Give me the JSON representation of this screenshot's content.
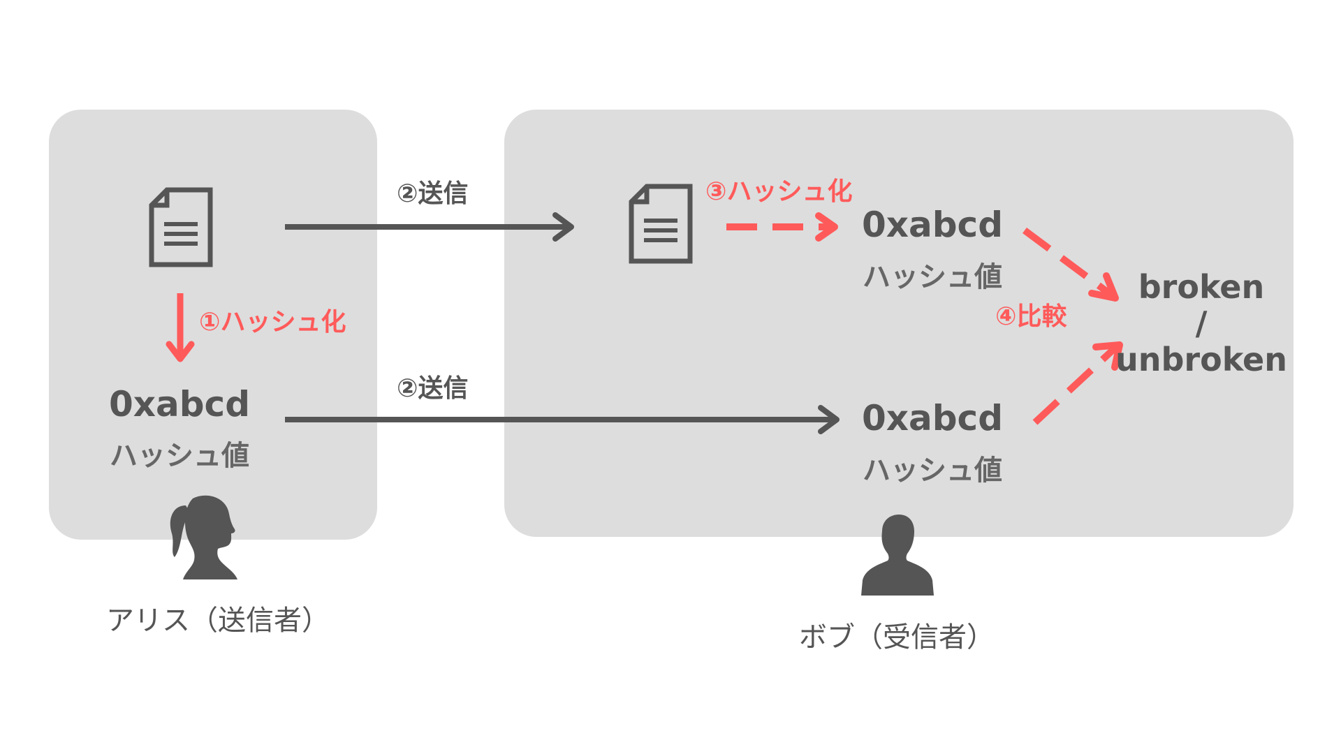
{
  "alice": {
    "hash_value": "0xabcd",
    "hash_label": "ハッシュ値",
    "step_hash": "①ハッシュ化",
    "person_label": "アリス（送信者）"
  },
  "transfer": {
    "send_top": "②送信",
    "send_bottom": "②送信"
  },
  "bob": {
    "step_hash": "③ハッシュ化",
    "computed_hash_value": "0xabcd",
    "computed_hash_label": "ハッシュ値",
    "received_hash_value": "0xabcd",
    "received_hash_label": "ハッシュ値",
    "step_compare": "④比較",
    "result_line1": "broken",
    "result_line2": "/",
    "result_line3": "unbroken",
    "person_label": "ボブ（受信者）"
  },
  "colors": {
    "panel": "#dddddd",
    "dark": "#555555",
    "accent": "#ff5a5a"
  },
  "icons": {
    "alice_document": "document-icon",
    "bob_document": "document-icon",
    "alice_avatar": "woman-silhouette-icon",
    "bob_avatar": "man-silhouette-icon"
  }
}
